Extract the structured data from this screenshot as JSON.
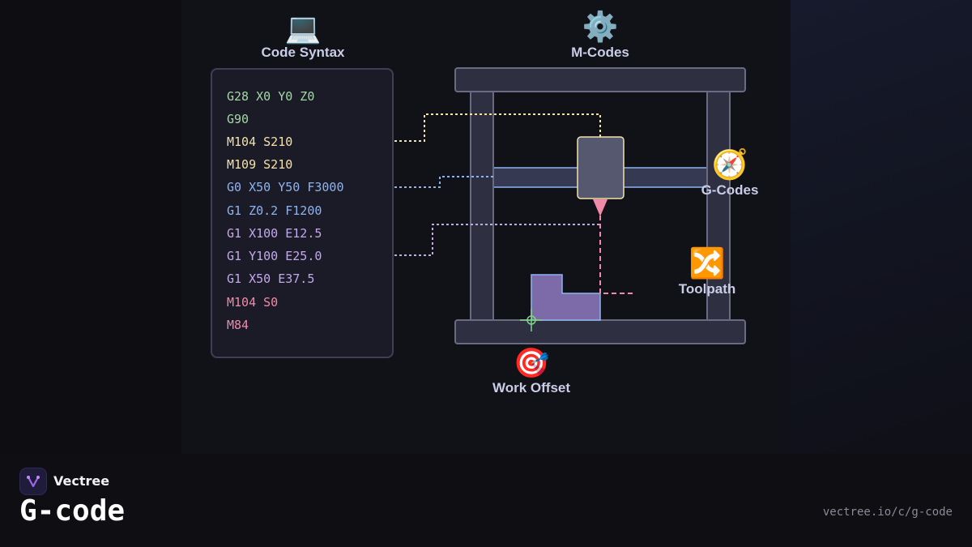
{
  "sections": {
    "code_syntax": {
      "label": "Code Syntax",
      "icon": "laptop-icon"
    },
    "m_codes": {
      "label": "M-Codes",
      "icon": "gear-icon"
    },
    "g_codes": {
      "label": "G-Codes",
      "icon": "compass-icon"
    },
    "toolpath": {
      "label": "Toolpath",
      "icon": "shuffle-icon"
    },
    "work_offset": {
      "label": "Work Offset",
      "icon": "target-icon"
    }
  },
  "code_lines": [
    {
      "text": "G28 X0 Y0 Z0",
      "color": "#a3d9a5"
    },
    {
      "text": "G90",
      "color": "#a3d9a5"
    },
    {
      "text": "M104 S210",
      "color": "#f3e2a9"
    },
    {
      "text": "M109 S210",
      "color": "#f3e2a9"
    },
    {
      "text": "G0 X50 Y50 F3000",
      "color": "#8fb3f0"
    },
    {
      "text": "G1 Z0.2 F1200",
      "color": "#8fb3f0"
    },
    {
      "text": "G1 X100 E12.5",
      "color": "#c4a8ec"
    },
    {
      "text": "G1 Y100 E25.0",
      "color": "#c4a8ec"
    },
    {
      "text": "G1 X50 E37.5",
      "color": "#c4a8ec"
    },
    {
      "text": "M104 S0",
      "color": "#f08aa8"
    },
    {
      "text": "M84",
      "color": "#f08aa8"
    }
  ],
  "colors": {
    "m_code_connector": "#f3e2a9",
    "g_code_connector": "#8fb3f0",
    "toolpath_connector": "#c4a8ec",
    "toolpath_line": "#f08aa8",
    "work_offset_marker": "#7fd48a",
    "frame": "#2f2f42",
    "frame_border": "#6a6a82",
    "part_fill": "#7d6aa8"
  },
  "brand": {
    "name": "Vectree",
    "title": "G-code",
    "url": "vectree.io/c/g-code"
  }
}
